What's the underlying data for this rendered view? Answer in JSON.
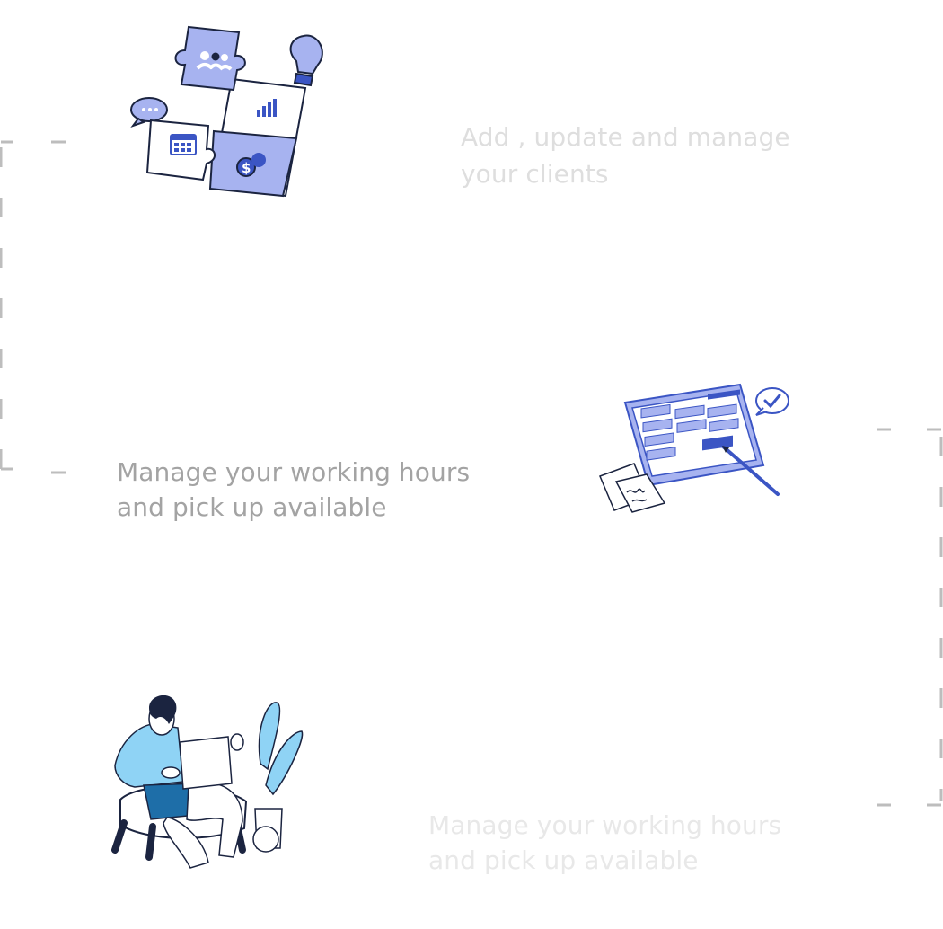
{
  "steps": [
    {
      "illustration_icon": "puzzle-collaboration-icon",
      "caption_line1": "Add , update and manage",
      "caption_line2": "your clients"
    },
    {
      "illustration_icon": "tablet-schedule-icon",
      "caption_line1": "Manage your working hours",
      "caption_line2": "and pick up available"
    },
    {
      "illustration_icon": "person-laptop-icon",
      "caption_line1": "Manage your working hours",
      "caption_line2": "and pick up available"
    }
  ],
  "colors": {
    "accent": "#3b55c4",
    "accent_light": "#a7b3f0",
    "sky": "#8fd3f5",
    "ink": "#1b2440",
    "connector": "#bdbdbd"
  }
}
